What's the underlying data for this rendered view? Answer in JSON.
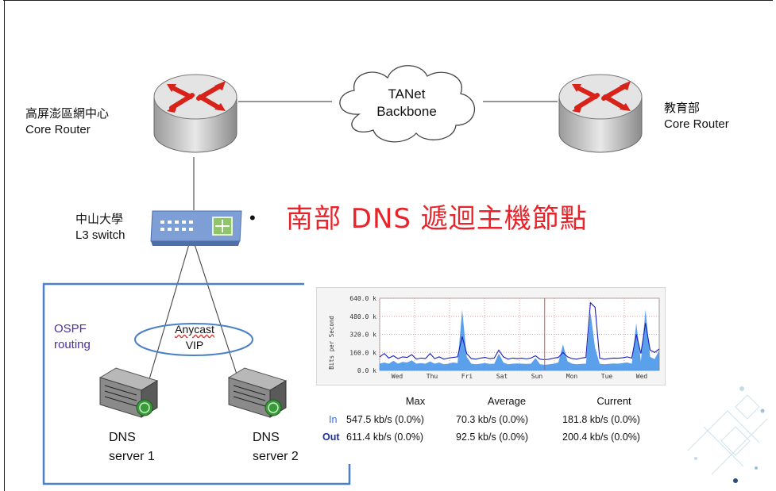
{
  "nodes": {
    "left_router": {
      "line1": "高屏澎區網中心",
      "line2": "Core Router"
    },
    "right_router": {
      "line1": "教育部",
      "line2": "Core Router"
    },
    "backbone": {
      "line1": "TANet",
      "line2": "Backbone"
    },
    "switch": {
      "line1": "中山大學",
      "line2": "L3 switch"
    },
    "anycast": {
      "line1": "Anycast",
      "line2": "VIP"
    },
    "dns1": {
      "line1": "DNS",
      "line2": "server 1"
    },
    "dns2": {
      "line1": "DNS",
      "line2": "server 2"
    }
  },
  "ospf": {
    "line1": "OSPF",
    "line2": "routing"
  },
  "title": {
    "bullet": "•",
    "text": "南部 DNS 遞迴主機節點"
  },
  "chart_data": {
    "type": "area",
    "ylabel": "Bits per Second",
    "yticks": [
      "0.0 k",
      "160.0 k",
      "320.0 k",
      "480.0 k",
      "640.0 k"
    ],
    "ylim": [
      0,
      640
    ],
    "categories": [
      "Wed",
      "Thu",
      "Fri",
      "Sat",
      "Sun",
      "Mon",
      "Tue",
      "Wed"
    ],
    "series": [
      {
        "name": "In",
        "color": "#3d8fe6",
        "values": [
          60,
          70,
          60,
          85,
          60,
          75,
          70,
          90,
          60,
          65,
          60,
          80,
          60,
          70,
          55,
          60,
          70,
          65,
          540,
          120,
          60,
          55,
          60,
          65,
          58,
          60,
          150,
          70,
          55,
          60,
          62,
          60,
          58,
          60,
          110,
          55,
          50,
          55,
          60,
          70,
          230,
          80,
          60,
          55,
          58,
          60,
          520,
          200,
          60,
          55,
          58,
          62,
          60,
          65,
          70,
          60,
          420,
          80,
          540,
          120,
          100,
          180
        ]
      },
      {
        "name": "Out",
        "color": "#1a1fb8",
        "values": [
          120,
          150,
          110,
          130,
          105,
          120,
          115,
          140,
          100,
          110,
          105,
          150,
          105,
          120,
          100,
          110,
          115,
          120,
          300,
          150,
          105,
          100,
          110,
          115,
          105,
          110,
          180,
          120,
          100,
          110,
          105,
          108,
          102,
          110,
          130,
          100,
          95,
          100,
          110,
          115,
          160,
          120,
          105,
          100,
          110,
          115,
          600,
          560,
          110,
          100,
          105,
          110,
          108,
          112,
          120,
          110,
          320,
          150,
          420,
          180,
          160,
          190
        ]
      }
    ],
    "marker_index": 36,
    "marker_color": "#e05050"
  },
  "stats": {
    "headers": [
      "Max",
      "Average",
      "Current"
    ],
    "rows": [
      {
        "label": "In",
        "max": "547.5 kb/s (0.0%)",
        "avg": "70.3 kb/s (0.0%)",
        "cur": "181.8 kb/s (0.0%)"
      },
      {
        "label": "Out",
        "max": "611.4 kb/s (0.0%)",
        "avg": "92.5 kb/s (0.0%)",
        "cur": "200.4 kb/s (0.0%)"
      }
    ]
  }
}
